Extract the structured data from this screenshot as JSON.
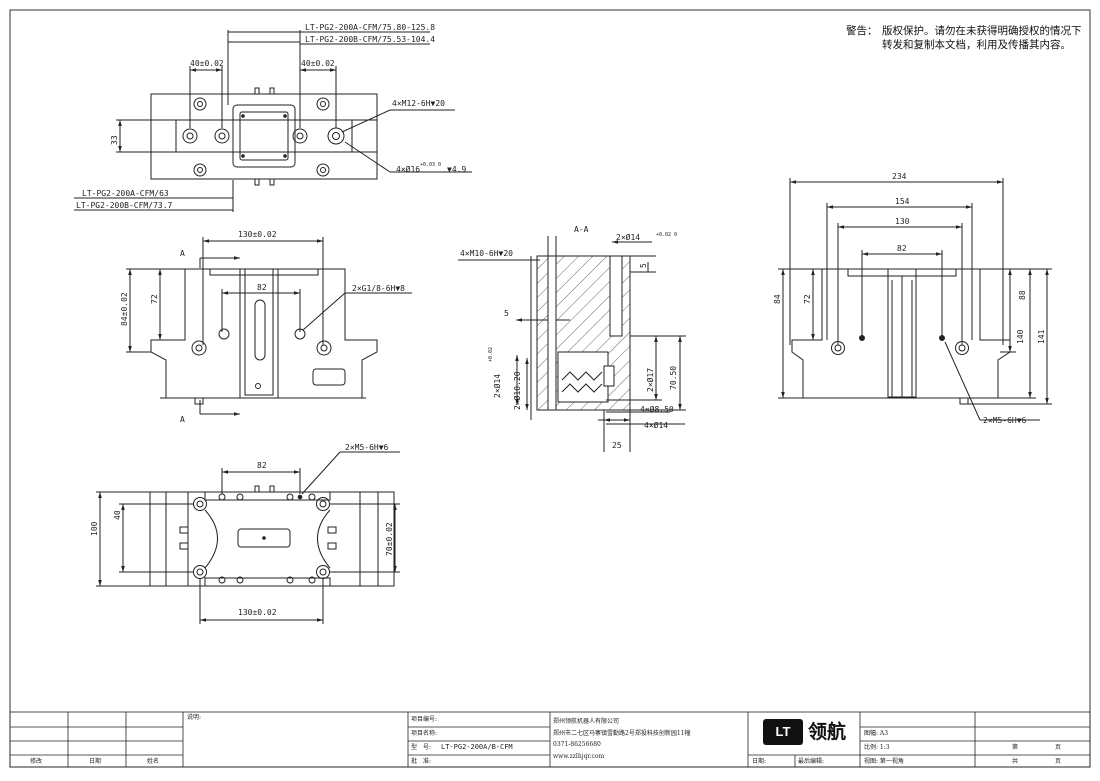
{
  "warning": {
    "label": "警告：",
    "line1": "版权保护。请勿在未获得明确授权的情况下",
    "line2": "转发和复制本文档，利用及传播其内容。"
  },
  "top_view": {
    "note_a": "LT-PG2-200A-CFM/75.80-125.8",
    "note_b": "LT-PG2-200B-CFM/75.53-104.4",
    "dim_left_40": "40±0.02",
    "dim_right_40": "40±0.02",
    "dim_33": "33",
    "hole_m12": "4×M12-6H▼20",
    "hole_16": "4×Ø16",
    "hole_16_tol": "+0.03 0",
    "hole_16_depth": "▼4.9",
    "bottom_a": "LT-PG2-200A-CFM/63",
    "bottom_b": "LT-PG2-200B-CFM/73.7"
  },
  "front_view": {
    "dim_130": "130±0.02",
    "dim_82": "82",
    "dim_72": "72",
    "dim_84": "84±0.02",
    "thread_g18": "2×G1/8-6H▼8",
    "section_a": "A"
  },
  "section_view": {
    "title": "A-A",
    "m10": "4×M10-6H▼20",
    "d14_top": "2×Ø14",
    "d14_tol": "+0.02 0",
    "dim_5a": "5",
    "dim_5b": "5",
    "left_14": "2×Ø14",
    "left_14_tol": "+0.02",
    "left_1020": "2×Ø10.20",
    "dim_17": "2×Ø17",
    "dim_7050": "70.50",
    "d850": "4×Ø8.50",
    "d14b": "4×Ø14",
    "dim_25": "25"
  },
  "right_view": {
    "dim_234": "234",
    "dim_154": "154",
    "dim_130": "130",
    "dim_82": "82",
    "dim_84": "84",
    "dim_72": "72",
    "dim_88": "88",
    "dim_140": "140",
    "dim_141": "141",
    "hole_m5": "2×M5-6H▼6"
  },
  "bottom_view": {
    "hole_m5": "2×M5-6H▼6",
    "dim_82": "82",
    "dim_100": "100",
    "dim_40": "40",
    "dim_70": "70±0.02",
    "dim_130": "130±0.02"
  },
  "title_block": {
    "change_headers": [
      "修改",
      "日期",
      "姓名"
    ],
    "remark": "说明:",
    "project_no": "项目编号:",
    "project_name": "项目名称:",
    "model": "型　号:",
    "model_value": "LT-PG2-200A/B-CFM",
    "approve": "批　准:",
    "company": "郑州领航机器人有限公司",
    "address": "郑州市二七区马寨镇雪勤路2号郑投科技创新园11幢",
    "phone": "0371-86256680",
    "web": "www.zzlhjqr.com",
    "logo_text": "LT",
    "logo_cn": "领航",
    "drawing_size": "图幅: A3",
    "scale": "比例: 1:3",
    "date": "日期:",
    "last_edit": "最后编辑:",
    "view": "视图: 第一视角",
    "page": "第",
    "page_unit": "页",
    "total": "共",
    "total_unit": "页"
  }
}
